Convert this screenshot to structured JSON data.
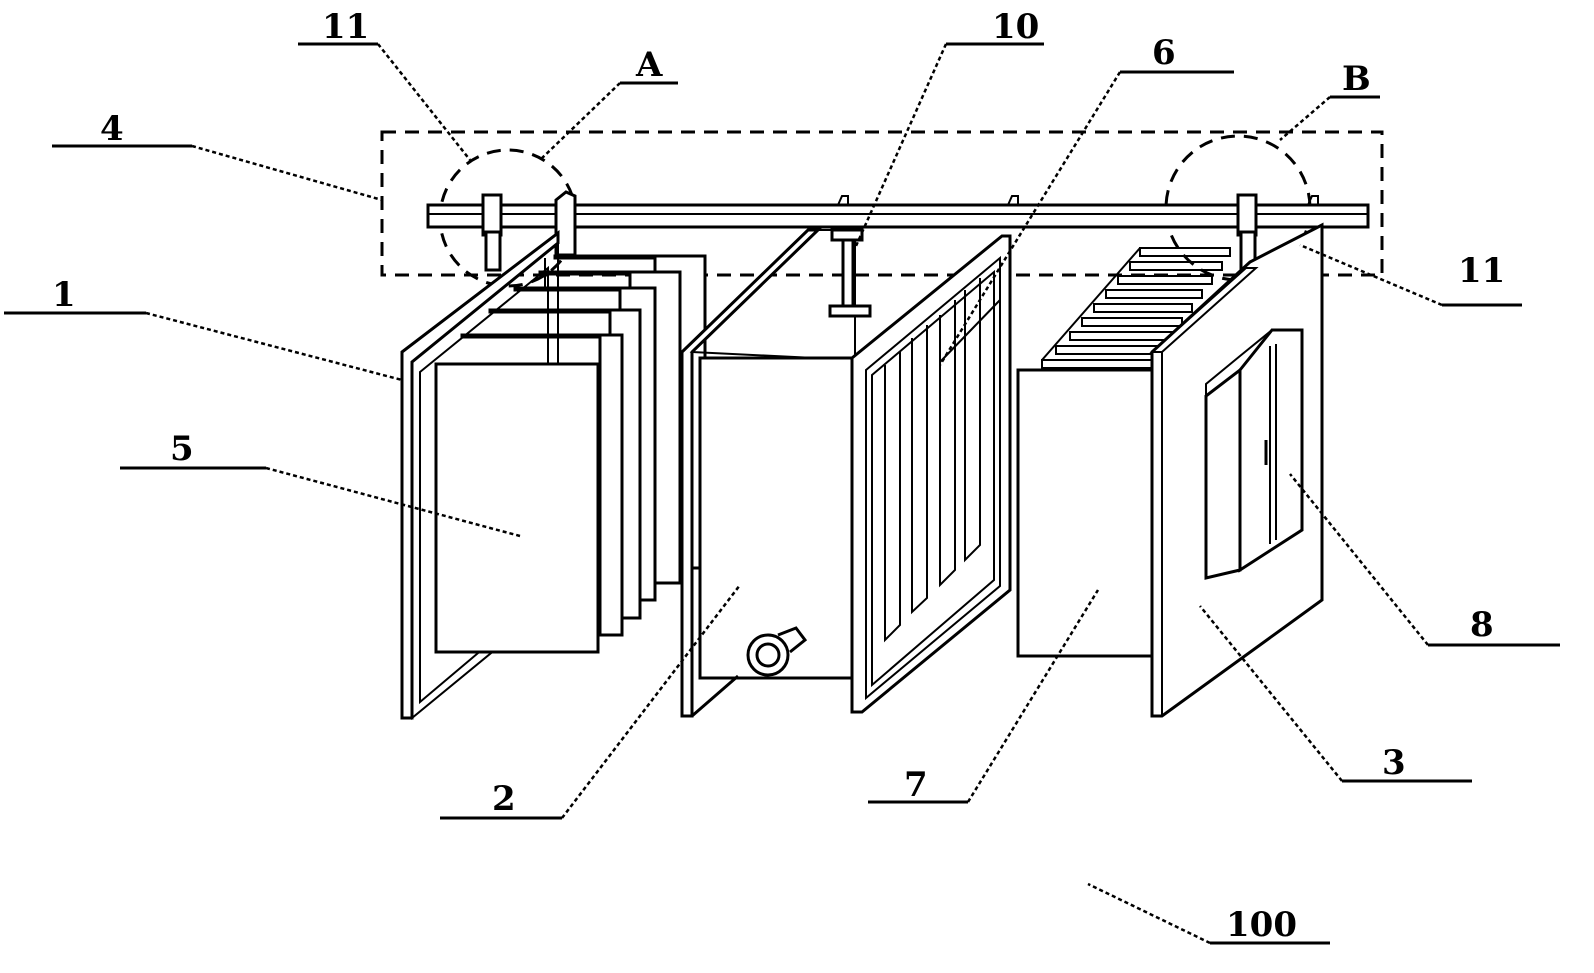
{
  "labels": {
    "l1": "1",
    "l2": "2",
    "l3": "3",
    "l4": "4",
    "l5": "5",
    "l6": "6",
    "l7": "7",
    "l8": "8",
    "l10": "10",
    "l11a": "11",
    "l11b": "11",
    "lA": "A",
    "lB": "B",
    "l100": "100"
  },
  "colors": {
    "line": "#000000",
    "background": "#ffffff"
  }
}
